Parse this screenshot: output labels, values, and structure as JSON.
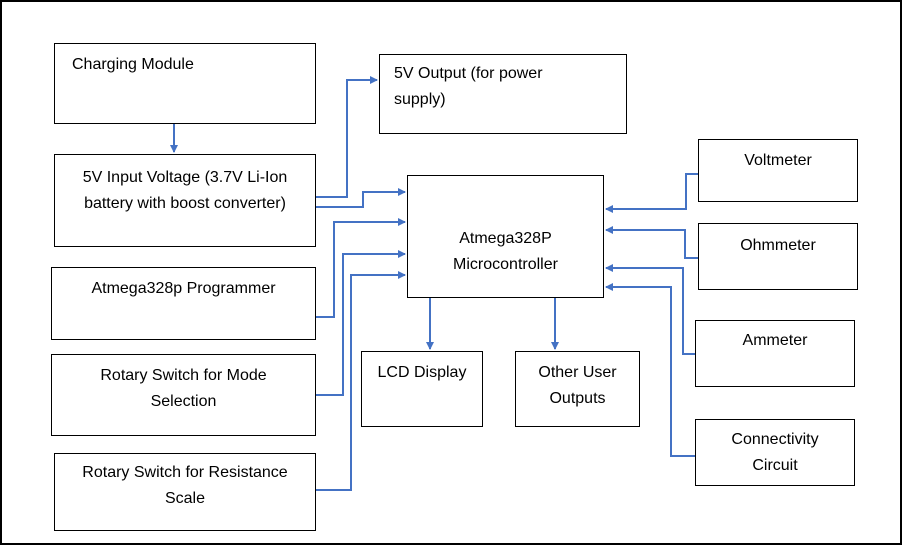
{
  "diagram": {
    "blocks": {
      "charging_module": "Charging Module",
      "input_voltage": "5V Input Voltage (3.7V Li-Ion\nbattery with boost converter)",
      "output_5v": "5V Output (for power\nsupply)",
      "microcontroller": "Atmega328P\nMicrocontroller",
      "programmer": "Atmega328p Programmer",
      "rotary_mode": "Rotary Switch for Mode\nSelection",
      "rotary_resistance": "Rotary Switch for Resistance\nScale",
      "lcd_display": "LCD Display",
      "other_outputs": "Other User\nOutputs",
      "voltmeter": "Voltmeter",
      "ohmmeter": "Ohmmeter",
      "ammeter": "Ammeter",
      "connectivity": "Connectivity\nCircuit"
    },
    "connector_color": "#4472c4",
    "border_color": "#000000"
  }
}
